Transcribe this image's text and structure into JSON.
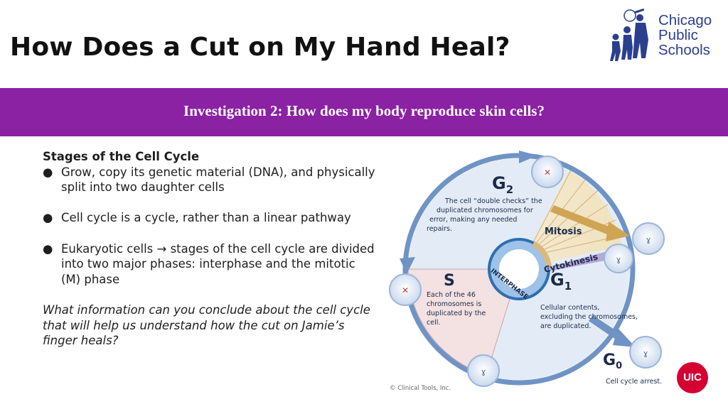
{
  "page": {
    "title": "How Does a Cut on My Hand Heal?",
    "banner": "Investigation 2: How does my body reproduce skin cells?"
  },
  "logo": {
    "lines": [
      "Chicago",
      "Public",
      "Schools"
    ],
    "color": "#2b3f8f"
  },
  "content": {
    "heading": "Stages of the Cell Cycle",
    "bullet_symbol": "●",
    "bullets": [
      "Grow, copy its genetic material (DNA), and physically split into two daughter cells",
      "Cell cycle is a cycle, rather than a linear pathway",
      "Eukaryotic cells → stages of the cell cycle are divided into two major phases: interphase and the mitotic (M) phase"
    ],
    "question": "What information can you conclude about the cell cycle that will help us understand how the cut on Jamie’s finger heals?"
  },
  "diagram": {
    "g2_label": "G",
    "g2_sub": "2",
    "g2_text": [
      "The cell “double checks” the",
      "duplicated chromosomes for",
      "error, making any needed",
      "repairs."
    ],
    "mitosis": "Mitosis",
    "cytokinesis": "Cytokinesis",
    "g1_label": "G",
    "g1_sub": "1",
    "g1_text": [
      "Cellular contents,",
      "excluding the chromosomes,",
      "are duplicated."
    ],
    "s_label": "S",
    "s_text": [
      "Each of the 46",
      "chromosomes is",
      "duplicated by the",
      "cell."
    ],
    "interphase": "INTERPHASE",
    "g0_label": "G",
    "g0_sub": "0",
    "g0_text": "Cell cycle arrest.",
    "credit": "© Clinical Tools, Inc."
  },
  "badge": {
    "uic": "UIC",
    "color": "#d50032"
  },
  "colors": {
    "banner": "#8b21a3",
    "ring": "#6f93c4",
    "mitosis": "#d9b982",
    "s_phase": "#f4e1e1"
  }
}
